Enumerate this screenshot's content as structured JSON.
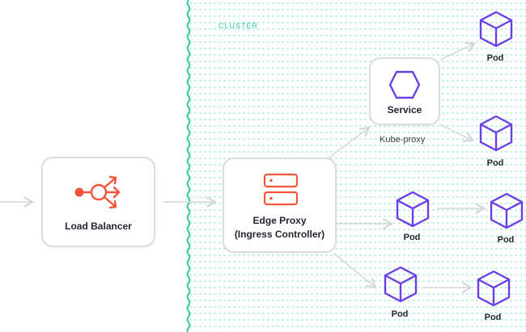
{
  "cluster": {
    "label": "CLUSTER"
  },
  "load_balancer": {
    "label": "Load Balancer"
  },
  "edge_proxy": {
    "line1": "Edge Proxy",
    "line2": "(Ingress Controller)"
  },
  "service": {
    "label": "Service",
    "sublabel": "Kube-proxy"
  },
  "pods": [
    {
      "label": "Pod"
    },
    {
      "label": "Pod"
    },
    {
      "label": "Pod"
    },
    {
      "label": "Pod"
    },
    {
      "label": "Pod"
    },
    {
      "label": "Pod"
    }
  ],
  "colors": {
    "cluster_border": "#35c7a1",
    "pod_purple": "#6a3fe6",
    "accent_red": "#f2553a",
    "arrow_gray": "#d3d6db",
    "box_border": "#d9dde3"
  }
}
